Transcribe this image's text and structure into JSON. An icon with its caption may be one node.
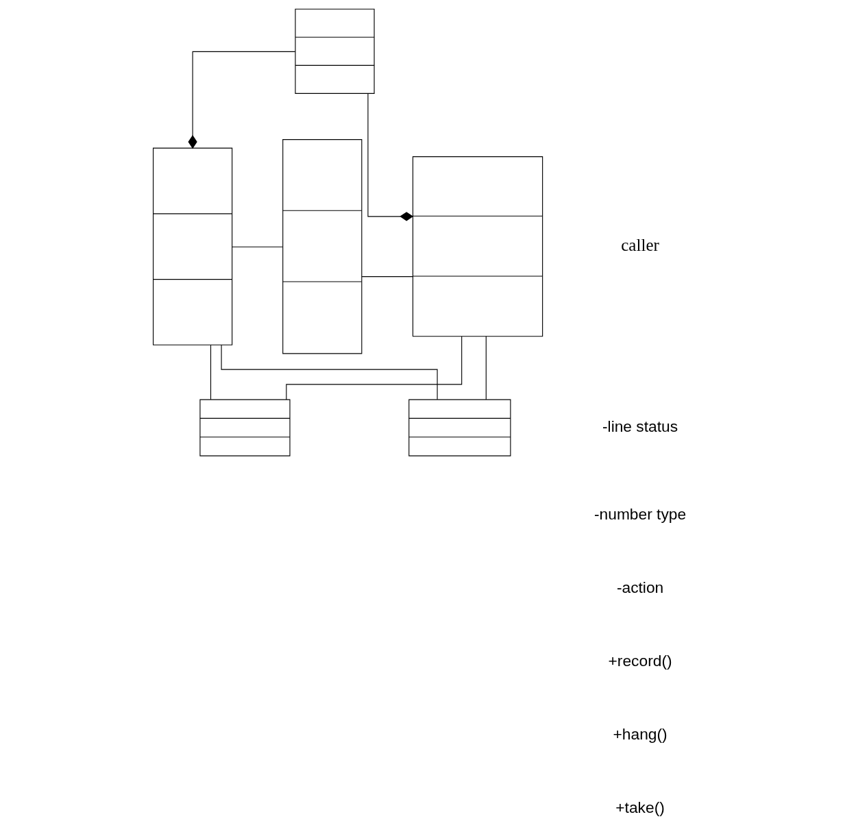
{
  "diagram": {
    "nodes": [
      {
        "text": [],
        "shape": "box"
      },
      {
        "text": [],
        "shape": "box"
      },
      {
        "text": [],
        "shape": "box"
      },
      {
        "text": [],
        "shape": "box"
      },
      {
        "text": [],
        "shape": "box"
      },
      {
        "text": [],
        "shape": "box"
      }
    ],
    "edges": [
      {
        "from": 0,
        "to": 1,
        "arrow": "none"
      },
      {
        "from": 1,
        "to": 2,
        "arrow": "none"
      },
      {
        "from": 3,
        "to": 0,
        "arrow": "other"
      },
      {
        "from": 3,
        "to": 2,
        "arrow": "other"
      },
      {
        "from": 0,
        "to": 4,
        "arrow": "none"
      },
      {
        "from": 4,
        "to": 2,
        "arrow": "none"
      },
      {
        "from": 0,
        "to": 5,
        "arrow": "none"
      },
      {
        "from": 5,
        "to": 2,
        "arrow": "none"
      }
    ],
    "labels": [
      "caller",
      "-line status",
      "-number type",
      "-action",
      "+record()",
      "+hang()",
      "+take()"
    ]
  }
}
